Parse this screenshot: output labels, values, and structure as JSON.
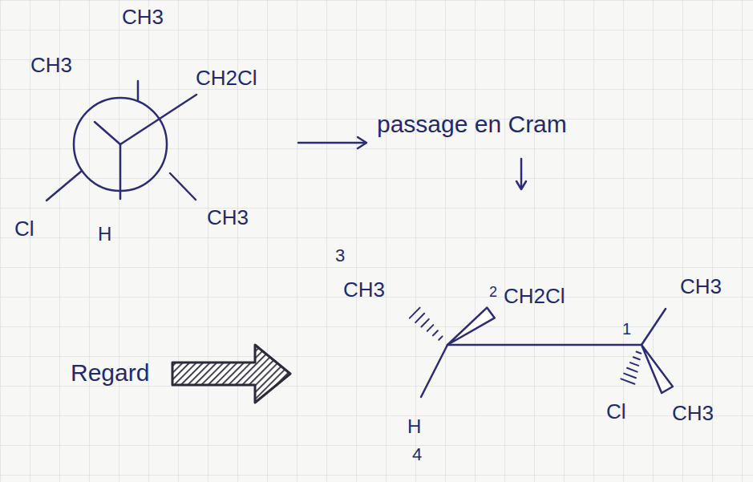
{
  "diagram": {
    "labels": [
      "CH3",
      "CH3",
      "CH2Cl",
      "Cl",
      "H",
      "CH3",
      "passage en Cram",
      "Regard",
      "3",
      "CH3",
      "2",
      "CH2Cl",
      "CH3",
      "1",
      "Cl",
      "CH3",
      "H",
      "4"
    ]
  }
}
